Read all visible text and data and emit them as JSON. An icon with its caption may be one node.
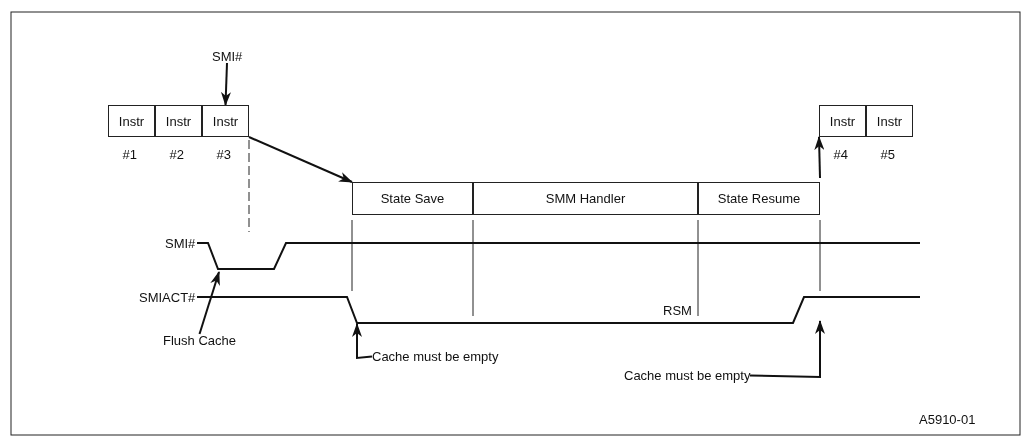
{
  "diagram": {
    "nodes": [
      {
        "text": [
          "SMI#"
        ]
      },
      {
        "text": [
          "Instr"
        ],
        "beside": [
          "#1"
        ]
      },
      {
        "text": [
          "Instr"
        ],
        "beside": [
          "#2"
        ]
      },
      {
        "text": [
          "Instr"
        ],
        "beside": [
          "#3"
        ]
      },
      {
        "text": [
          "State Save"
        ]
      },
      {
        "text": [
          "SMM Handler"
        ]
      },
      {
        "text": [
          "State Resume"
        ]
      },
      {
        "text": [
          "Instr"
        ],
        "beside": [
          "#4"
        ]
      },
      {
        "text": [
          "Instr"
        ],
        "beside": [
          "#5"
        ]
      },
      {
        "text": [
          "Flush Cache"
        ]
      },
      {
        "text": [
          "Cache must be empty"
        ]
      },
      {
        "text": [
          "Cache must be empty"
        ]
      }
    ],
    "edges": [
      {
        "from": 0,
        "to": 3,
        "arrow": "to"
      },
      {
        "from": 3,
        "to": 4,
        "arrow": "to"
      },
      {
        "from": 6,
        "to": 7,
        "arrow": "to"
      },
      {
        "from": 9,
        "to": null,
        "arrow": "to"
      },
      {
        "from": 10,
        "to": null,
        "arrow": "to"
      },
      {
        "from": 11,
        "to": null,
        "arrow": "to"
      }
    ],
    "labels": [
      "SMI#",
      "SMIACT#",
      "RSM",
      "A5910-01"
    ]
  }
}
